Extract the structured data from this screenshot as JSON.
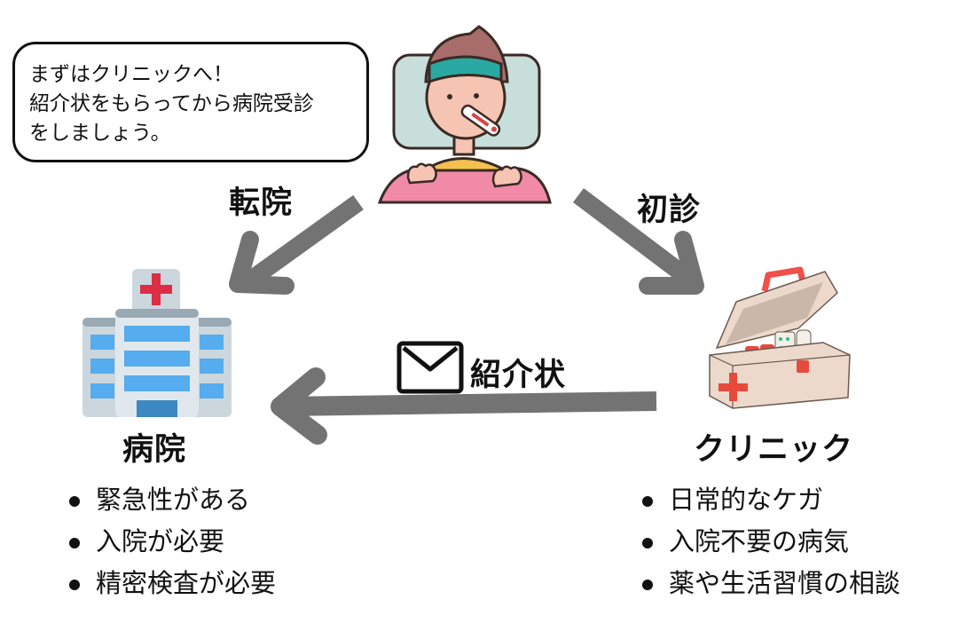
{
  "speech_bubble": {
    "lines": "まずはクリニックへ！\n紹介状をもらってから病院受診\nをしましょう。"
  },
  "arrows": {
    "to_hospital_label": "転院",
    "to_clinic_label": "初診",
    "referral_label": "紹介状",
    "color": "#737373"
  },
  "hospital": {
    "title": "病院",
    "icon": "hospital-building-icon",
    "items": [
      "緊急性がある",
      "入院が必要",
      "精密検査が必要"
    ]
  },
  "clinic": {
    "title": "クリニック",
    "icon": "first-aid-kit-icon",
    "items": [
      "日常的なケガ",
      "入院不要の病気",
      "薬や生活習慣の相談"
    ]
  },
  "patient": {
    "icon": "sick-patient-in-bed-icon"
  },
  "colors": {
    "cross_red": "#dd2e44",
    "window_blue": "#55acee",
    "blanket_pink": "#f08aa6"
  }
}
